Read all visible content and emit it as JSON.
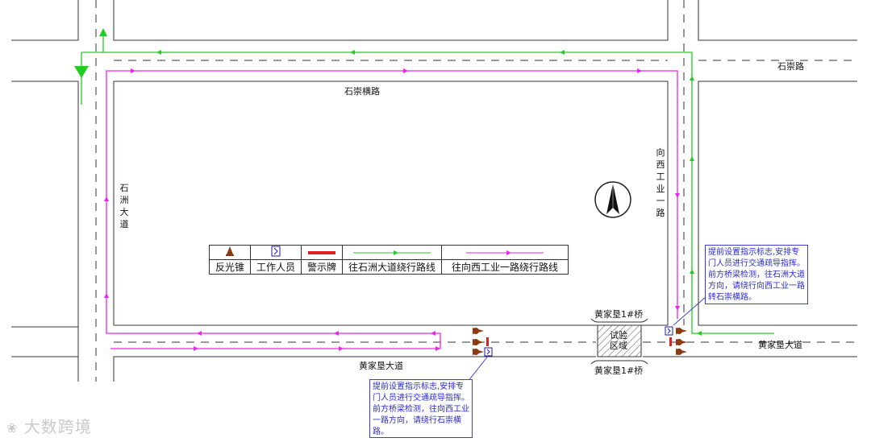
{
  "roads": {
    "top_right": "石崇路",
    "top_inner": "石崇横路",
    "left": "石洲大道",
    "right": "向西工业一路",
    "bottom": "黄家垦大道",
    "bottom_right": "黄家垦大道"
  },
  "bridge": {
    "label_top": "黄家垦1#桥",
    "label_bottom": "黄家垦1#桥",
    "zone": "试验区域"
  },
  "legend": {
    "items": [
      {
        "label": "反光锥",
        "icon": "traffic-cone-icon"
      },
      {
        "label": "工作人员",
        "icon": "worker-icon"
      },
      {
        "label": "警示牌",
        "icon": "warning-sign-icon"
      },
      {
        "label": "往石洲大道绕行路线",
        "icon": "green-route-arrow-icon",
        "color": "#22cc22"
      },
      {
        "label": "往向西工业一路绕行路线",
        "icon": "magenta-route-arrow-icon",
        "color": "#ee22ee"
      }
    ]
  },
  "notes": {
    "right": "提前设置指示标志,安排专门人员进行交通疏导指挥。前方桥梁检测，往石洲大道方向，请绕行向西工业一路转石崇横路。",
    "bottom": "提前设置指示标志,安排专门人员进行交通疏导指挥。前方桥梁检测，往向西工业一路方向，请绕行石崇横路。"
  },
  "watermark": "大数跨境",
  "colors": {
    "green_route": "#22cc22",
    "magenta_route": "#ee22ee",
    "road_line": "#333333",
    "note_border": "#3b3bd9",
    "cone": "#8b3a12",
    "sign": "#e02020"
  }
}
